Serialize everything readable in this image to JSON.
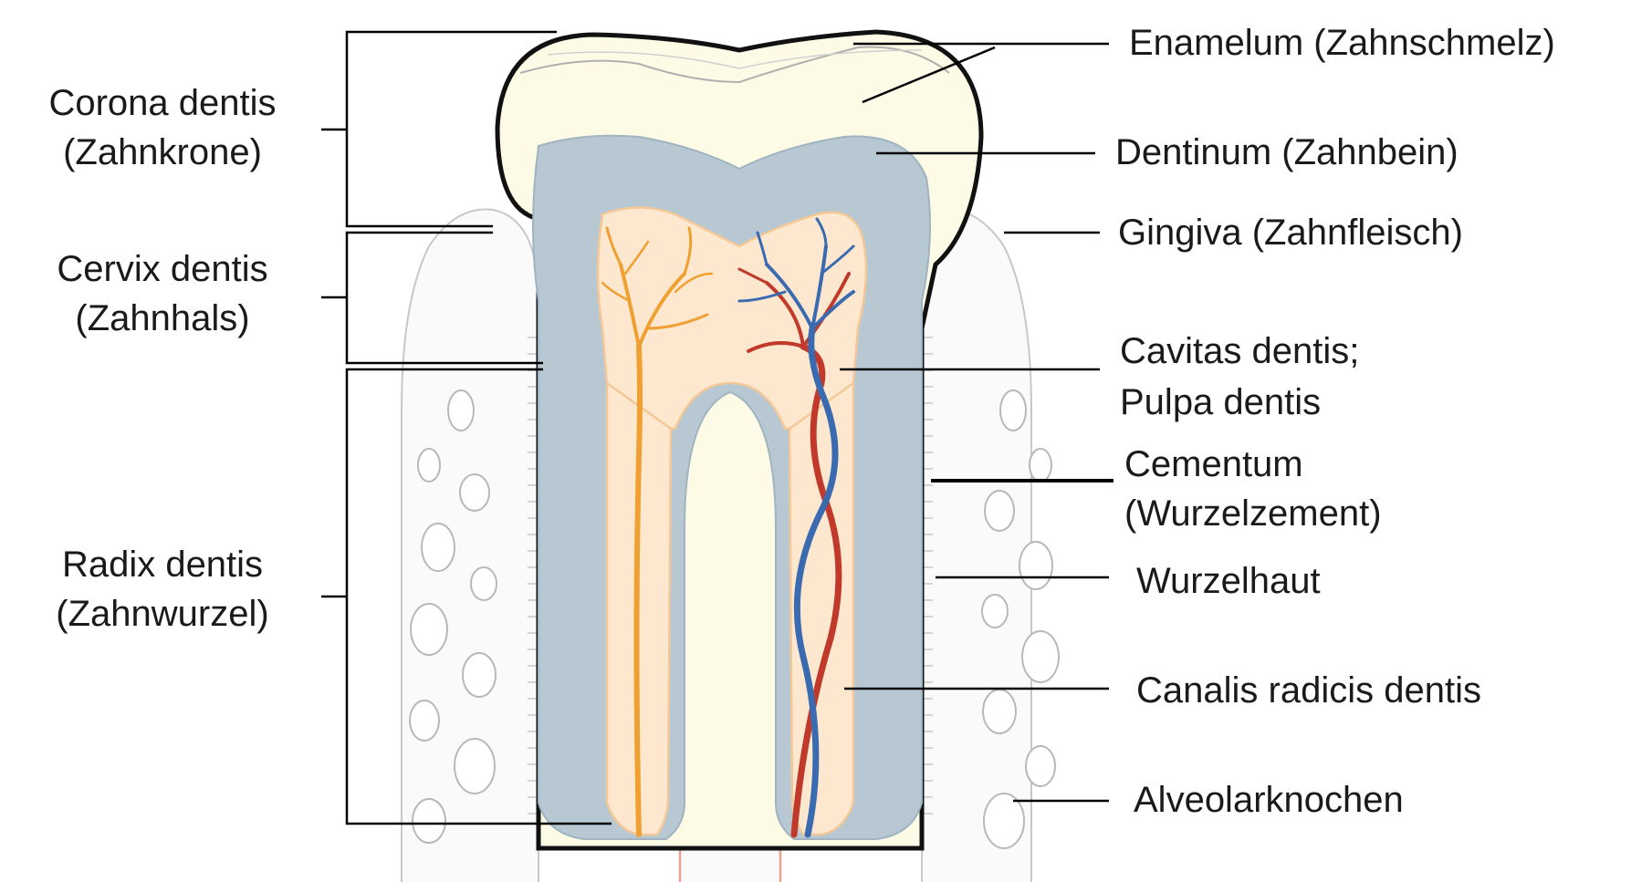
{
  "left_labels": [
    {
      "line1": "Corona dentis",
      "line2": "(Zahnkrone)"
    },
    {
      "line1": "Cervix dentis",
      "line2": "(Zahnhals)"
    },
    {
      "line1": "Radix dentis",
      "line2": "(Zahnwurzel)"
    }
  ],
  "right_labels": [
    {
      "line1": "Enamelum (Zahnschmelz)"
    },
    {
      "line1": "Dentinum (Zahnbein)"
    },
    {
      "line1": "Gingiva (Zahnfleisch)"
    },
    {
      "line1": "Cavitas dentis;",
      "line2": "Pulpa dentis"
    },
    {
      "line1": "Cementum",
      "line2": "(Wurzelzement)"
    },
    {
      "line1": "Wurzelhaut"
    },
    {
      "line1": "Canalis radicis dentis"
    },
    {
      "line1": "Alveolarknochen"
    }
  ],
  "colors": {
    "enamel": "#fdfbe6",
    "dentin": "#b7c8d3",
    "pulp": "#fde8cf",
    "artery": "#c0392b",
    "vein": "#3a6bb0",
    "nerve": "#f0a030",
    "periodontal": "#e8a090",
    "outline": "#111111"
  }
}
